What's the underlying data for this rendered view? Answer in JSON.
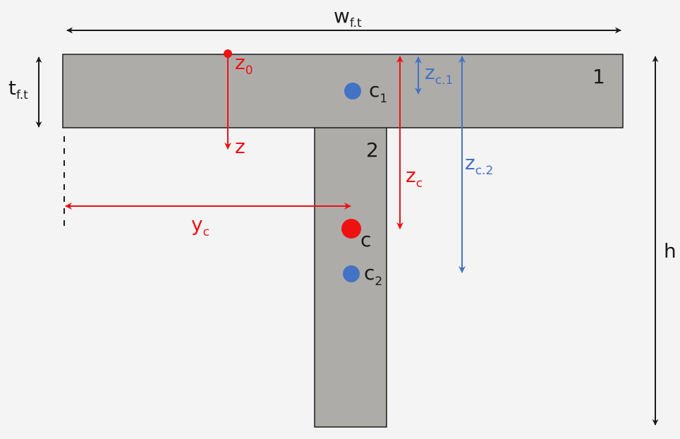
{
  "colors": {
    "background": "#f4f4f4",
    "section_fill": "#aeaca9",
    "outline": "#1a1a1a",
    "red": "#ee1111",
    "blue": "#4472c4"
  },
  "labels": {
    "flange_width": {
      "base": "w",
      "sub": "f.t"
    },
    "flange_thickness": {
      "base": "t",
      "sub": "f.t"
    },
    "height": {
      "base": "h"
    },
    "part_1": "1",
    "part_2": "2",
    "z0": {
      "base": "z",
      "sub": "0"
    },
    "z": {
      "base": "z"
    },
    "zc": {
      "base": "z",
      "sub": "c"
    },
    "yc": {
      "base": "y",
      "sub": "c"
    },
    "zc1": {
      "base": "z",
      "sub": "c.1"
    },
    "zc2": {
      "base": "z",
      "sub": "c.2"
    },
    "c1": {
      "base": "c",
      "sub": "1"
    },
    "c2": {
      "base": "c",
      "sub": "2"
    },
    "c": {
      "base": "c"
    }
  }
}
